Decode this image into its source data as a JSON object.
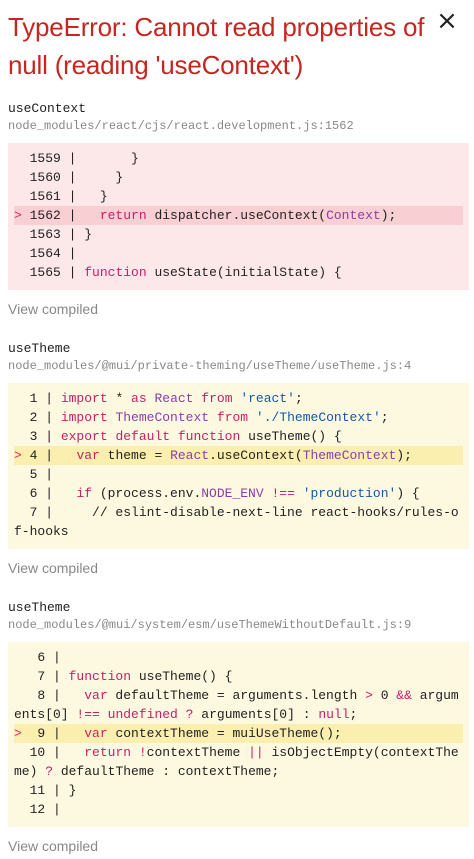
{
  "error": {
    "title": "TypeError: Cannot read properties of null (reading 'useContext')",
    "close_icon": "×"
  },
  "frames": [
    {
      "function": "useContext",
      "file": "node_modules/react/cjs/react.development.js:1562",
      "view_compiled": "View compiled",
      "lines": [
        {
          "num": "  1559",
          "code": "       }"
        },
        {
          "num": "  1560",
          "code": "     }"
        },
        {
          "num": "  1561",
          "code": "   }"
        },
        {
          "num": "> 1562",
          "code": "   return dispatcher.useContext(Context);",
          "highlight": true
        },
        {
          "num": "  1563",
          "code": " }"
        },
        {
          "num": "  1564",
          "code": ""
        },
        {
          "num": "  1565",
          "code": " function useState(initialState) {"
        }
      ]
    },
    {
      "function": "useTheme",
      "file": "node_modules/@mui/private-theming/useTheme/useTheme.js:4",
      "view_compiled": "View compiled",
      "lines": [
        {
          "num": "  1",
          "code": " import * as React from 'react';"
        },
        {
          "num": "  2",
          "code": " import ThemeContext from './ThemeContext';"
        },
        {
          "num": "  3",
          "code": " export default function useTheme() {"
        },
        {
          "num": "> 4",
          "code": "   var theme = React.useContext(ThemeContext);",
          "highlight": true
        },
        {
          "num": "  5",
          "code": ""
        },
        {
          "num": "  6",
          "code": "   if (process.env.NODE_ENV !== 'production') {"
        },
        {
          "num": "  7",
          "code": "     // eslint-disable-next-line react-hooks/rules-of-hooks"
        }
      ]
    },
    {
      "function": "useTheme",
      "file": "node_modules/@mui/system/esm/useThemeWithoutDefault.js:9",
      "view_compiled": "View compiled",
      "lines": [
        {
          "num": "   6",
          "code": ""
        },
        {
          "num": "   7",
          "code": " function useTheme() {"
        },
        {
          "num": "   8",
          "code": "   var defaultTheme = arguments.length > 0 && arguments[0] !== undefined ? arguments[0] : null;"
        },
        {
          "num": ">  9",
          "code": "   var contextTheme = muiUseTheme();",
          "highlight": true
        },
        {
          "num": "  10",
          "code": "   return !contextTheme || isObjectEmpty(contextTheme) ? defaultTheme : contextTheme;"
        },
        {
          "num": "  11",
          "code": " }"
        },
        {
          "num": "  12",
          "code": ""
        }
      ]
    }
  ],
  "colors": {
    "error_title": "#c5261f",
    "frame1_bg": "#fce8e9",
    "frame1_highlight": "#f8cfd2",
    "frame_bg": "#fdf8e0",
    "frame_highlight": "#faefaf",
    "keyword": "#c41f6a",
    "string": "#1558a8"
  }
}
